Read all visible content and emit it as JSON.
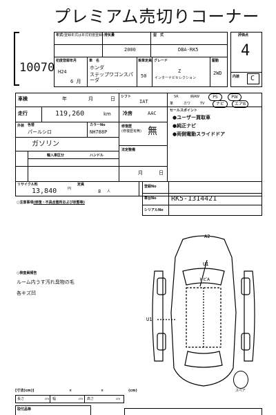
{
  "sheet": {
    "title": "プレミアム売切りコーナー",
    "lot_number": "10070",
    "grade_score": "4",
    "interior_score": "C",
    "header_labels": {
      "year_label": "年式",
      "year_sub": "(登録年式は年式初度登録)",
      "engine_label": "排気量",
      "model_label": "型　式",
      "evaluation_label": "評価点",
      "interior_label": "内装",
      "first_reg_label": "初度登録年月",
      "car_name_label": "車　名",
      "seats_label": "乗車定員",
      "grade_label": "グレード",
      "drive_label": "駆動"
    },
    "year_value": "H24",
    "month_value": "6",
    "month_unit": "月",
    "engine_cc": "2000",
    "model_code": "DBA-RK5",
    "car_maker": "ホンダ",
    "car_name": "ステップワゴンスパーダ",
    "seats": "50",
    "grade": "Z",
    "grade_sub": "インターナビセレクション",
    "drive": "2WD",
    "inspection_label": "車検",
    "inspection_year": "年",
    "inspection_month": "月",
    "inspection_day": "日",
    "shift_label": "シフト",
    "shift_value": "IAT",
    "equip": {
      "row1": [
        "SR",
        "純AW",
        "PS",
        "PW"
      ],
      "row2": [
        "革",
        "カワ",
        "TV",
        "ナビ",
        "エアB"
      ]
    },
    "mileage_label": "走行",
    "mileage_value": "119,260",
    "mileage_unit": "km",
    "ac_label": "冷房",
    "ac_value": "AAC",
    "sales_point_label": "セールスポイント",
    "sales_points": [
      "●ユーザー買取車",
      "●純正ナビ",
      "●両側電動スライドドア"
    ],
    "exterior_label": "外装",
    "color_label": "色替",
    "color_value": "パールシロ",
    "color_code_label": "カラーNo",
    "color_code": "NH788P",
    "fuel_value": "ガソリン",
    "history_label": "修復歴",
    "history_value": "無",
    "history_sub": "(修復歴有無)",
    "import_label": "輸入車区分",
    "handle_label": "ハンドル",
    "legal_label": "法定整備",
    "legal_month": "月",
    "legal_day": "日",
    "recycle_label": "リサイクル料",
    "recycle_value": "13,840",
    "recycle_unit": "円",
    "capacity_label": "定員",
    "capacity_value": "8",
    "capacity_unit": "人",
    "reg_no_label": "登録No",
    "chassis_label": "車台No",
    "chassis_value": "RK5-1314421",
    "serial_label": "シリアルNo",
    "notice_label": "○注意事項",
    "notice_text": "(修復・不具合箇所および状態等)",
    "inspector_label": "○検査員報告",
    "inspector_notes": [
      "ルーム内うす汚れ臭物の毛",
      "各キズ凹"
    ],
    "diagram_marks": {
      "a2": "A2",
      "u1_top": "U1",
      "u1_side": "U1",
      "hood": "トビA"
    },
    "spare_label": "スペア",
    "size_row": {
      "label": "[寸法(cm)]",
      "x1": "×",
      "x2": "×",
      "unit": "(cm)"
    },
    "dims": {
      "length": "長さ",
      "width": "幅",
      "height": "高さ",
      "cm": "cm"
    },
    "bottom_label": "取付品等"
  }
}
